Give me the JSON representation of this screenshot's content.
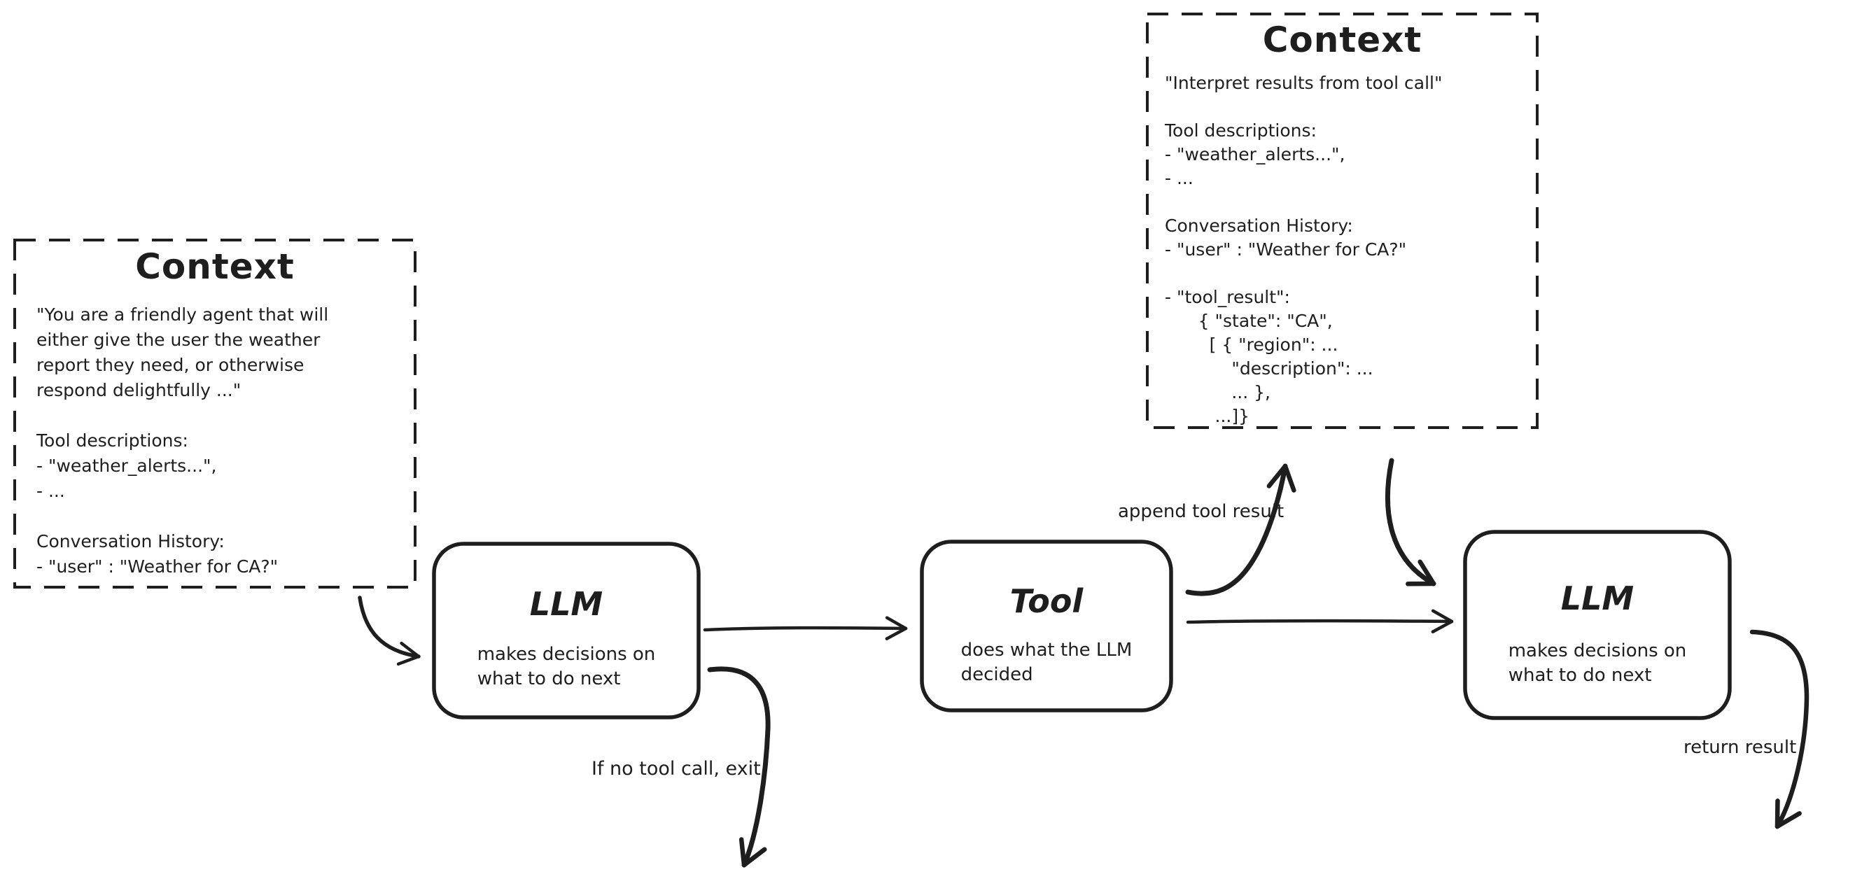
{
  "canvas": {
    "background": "#ffffff",
    "ink": "#1e1e1e"
  },
  "boxes": {
    "context_left": {
      "title": "Context",
      "body": "\"You are a friendly agent that will\neither give the user the weather\nreport they need, or otherwise\nrespond delightfully ...\"\n\nTool descriptions:\n- \"weather_alerts...\",\n- ...\n\nConversation History:\n- \"user\" : \"Weather for CA?\""
    },
    "context_top_right": {
      "title": "Context",
      "body": "\"Interpret results from tool call\"\n\nTool descriptions:\n- \"weather_alerts...\",\n- ...\n\nConversation History:\n- \"user\" : \"Weather for CA?\"\n\n- \"tool_result\":\n      { \"state\": \"CA\",\n        [ { \"region\": ...\n            \"description\": ...\n            ... },\n         ...]}"
    },
    "llm_first": {
      "title": "LLM",
      "subtitle": "makes decisions on\nwhat to do next"
    },
    "tool": {
      "title": "Tool",
      "subtitle": "does what the LLM\ndecided"
    },
    "llm_second": {
      "title": "LLM",
      "subtitle": "makes decisions on\nwhat to do next"
    }
  },
  "edge_labels": {
    "append_tool_result": "append tool result",
    "no_tool_call_exit": "If no tool call, exit",
    "return_result": "return result"
  }
}
